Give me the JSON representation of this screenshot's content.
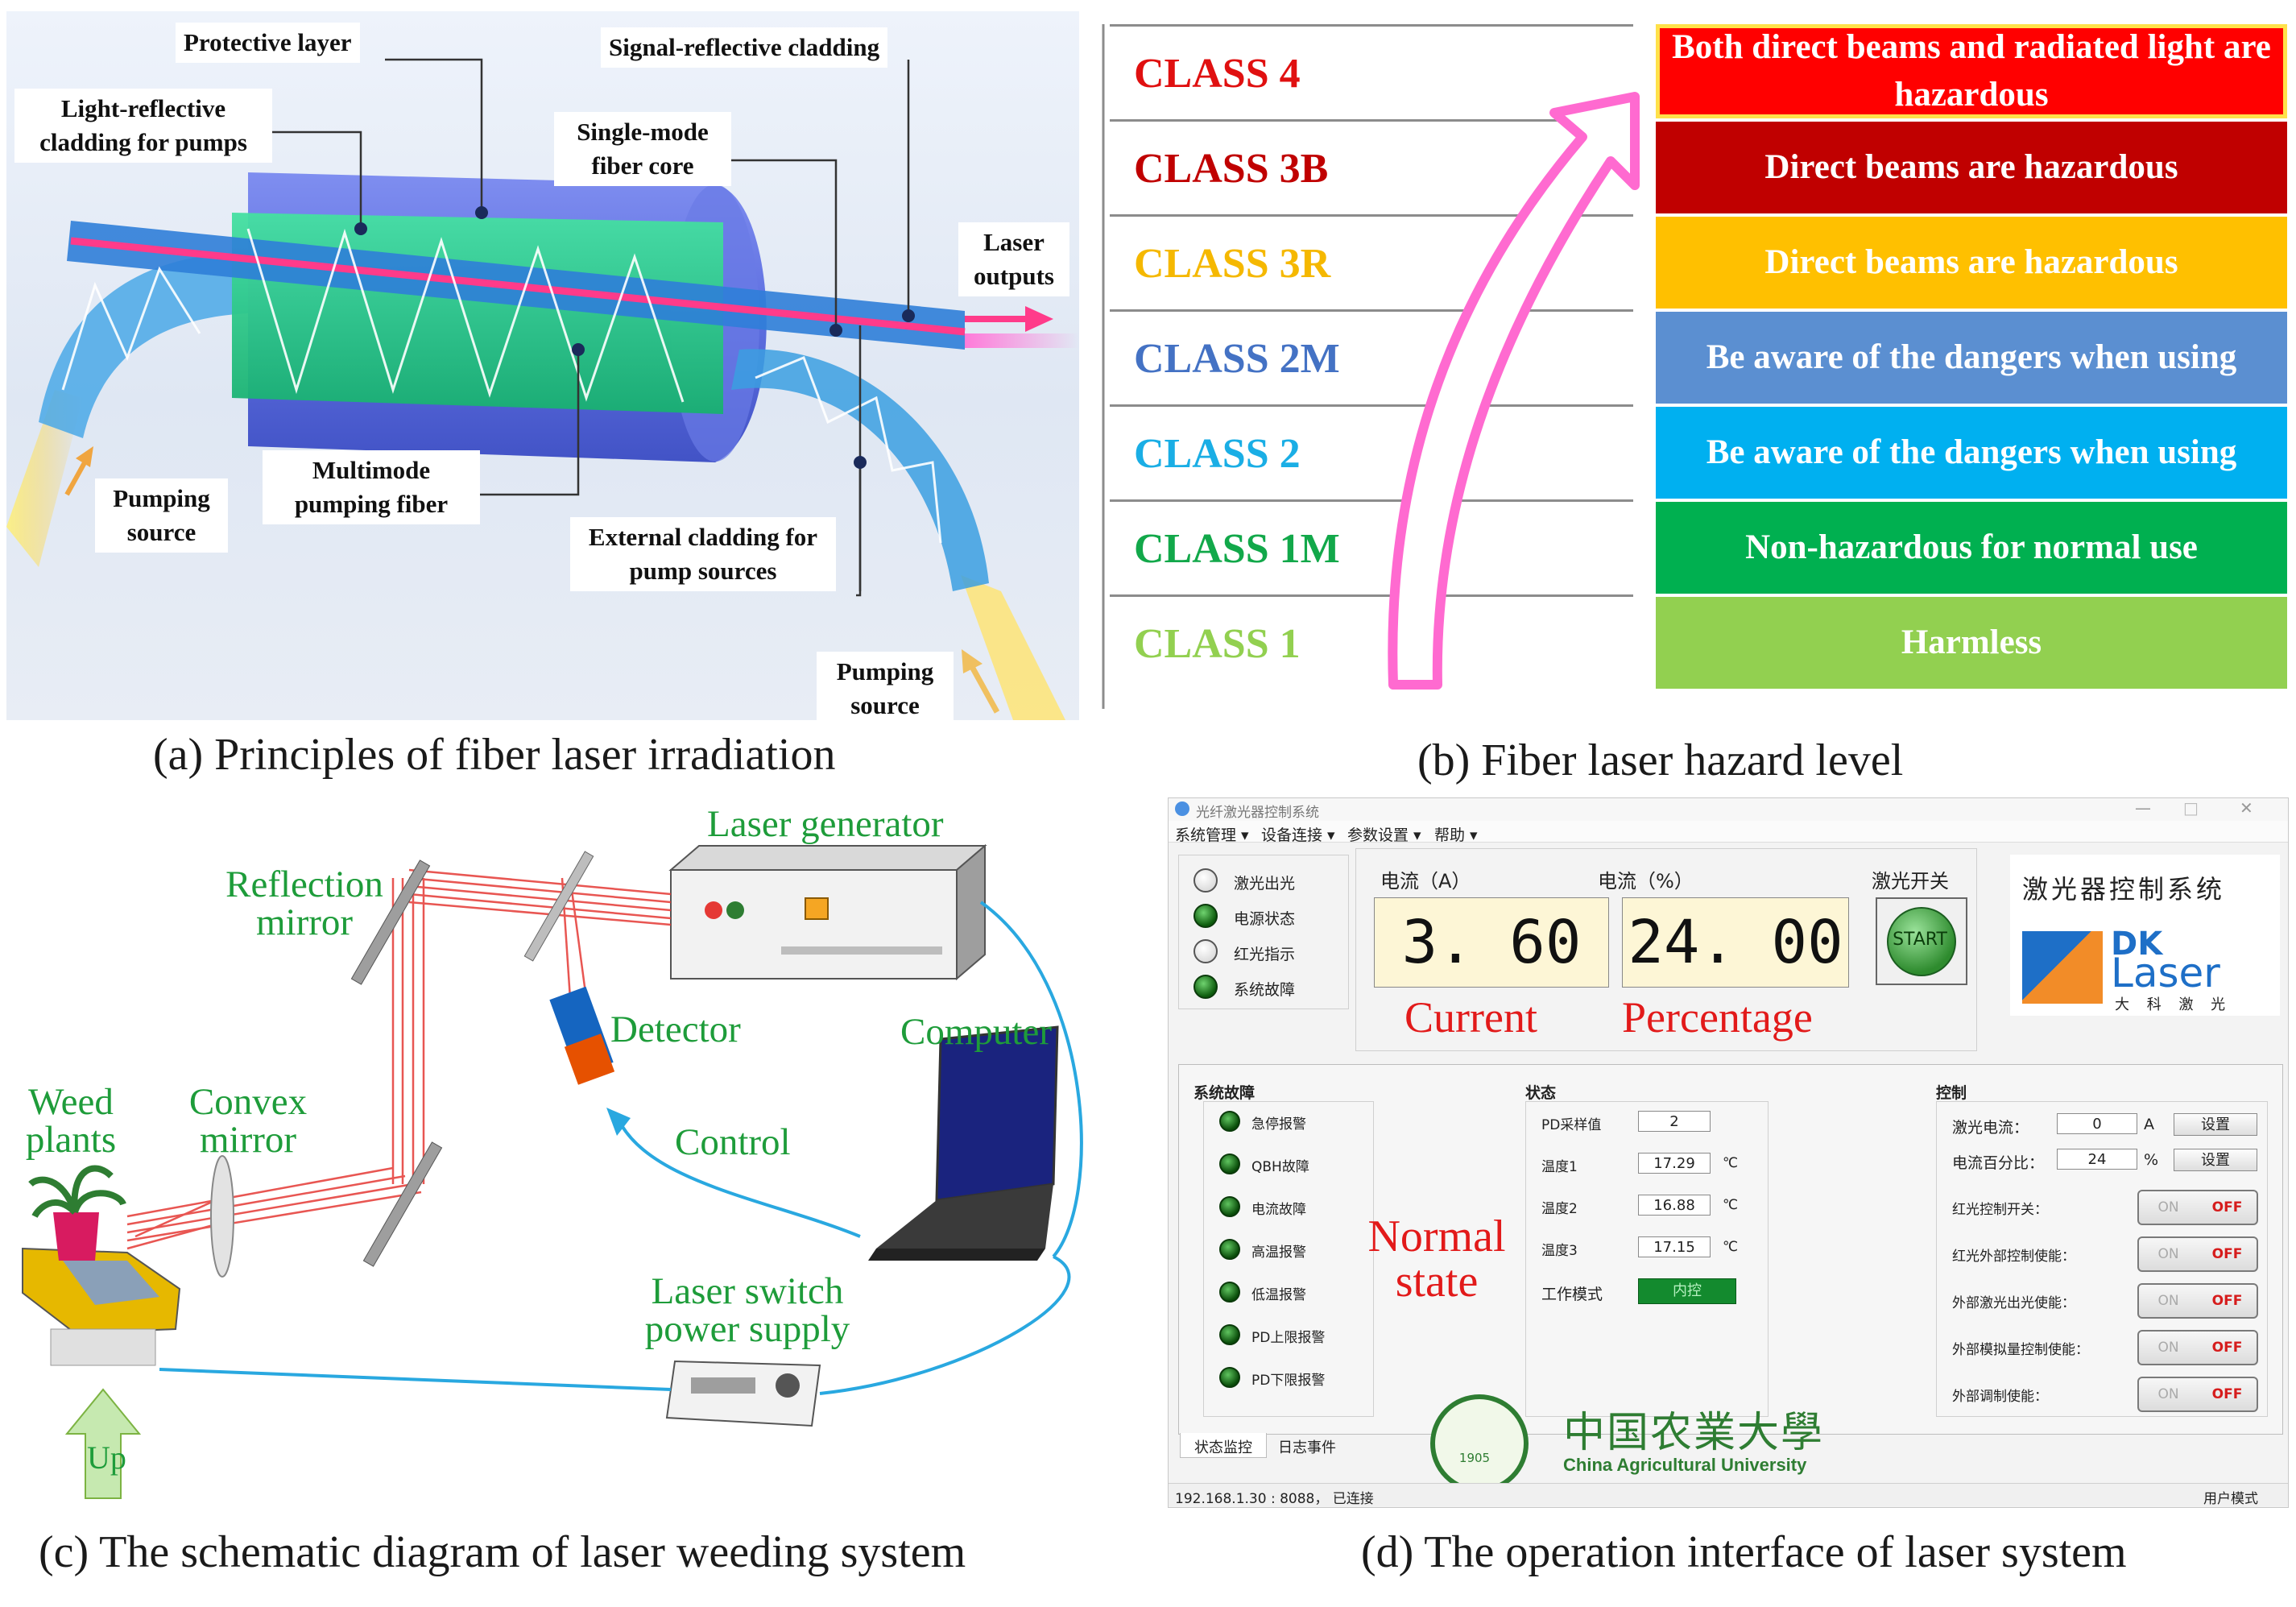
{
  "panel_a": {
    "caption": "(a) Principles of fiber laser irradiation",
    "labels": {
      "protective_layer": "Protective layer",
      "signal_cladding": "Signal-reflective cladding",
      "light_reflective": "Light-reflective cladding for pumps",
      "single_mode": "Single-mode fiber core",
      "laser_outputs": "Laser outputs",
      "pumping_source_left": "Pumping source",
      "multimode": "Multimode pumping fiber",
      "external_cladding": "External cladding for pump sources",
      "pumping_source_right": "Pumping source"
    }
  },
  "panel_b": {
    "caption": "(b) Fiber laser hazard level",
    "levels": [
      {
        "name": "CLASS 4",
        "desc": "Both direct beams and radiated light are hazardous",
        "class_color": "#e01010",
        "bg": "#ff0000"
      },
      {
        "name": "CLASS 3B",
        "desc": "Direct beams are hazardous",
        "class_color": "#c00000",
        "bg": "#c00000"
      },
      {
        "name": "CLASS 3R",
        "desc": "Direct beams are hazardous",
        "class_color": "#f5b800",
        "bg": "#ffc000"
      },
      {
        "name": "CLASS 2M",
        "desc": "Be aware of the dangers when using",
        "class_color": "#4472c4",
        "bg": "#5b8fd1"
      },
      {
        "name": "CLASS 2",
        "desc": "Be aware of the dangers when using",
        "class_color": "#1aaee5",
        "bg": "#00b0f0"
      },
      {
        "name": "CLASS 1M",
        "desc": "Non-hazardous for normal use",
        "class_color": "#12a84a",
        "bg": "#00b050"
      },
      {
        "name": "CLASS 1",
        "desc": "Harmless",
        "class_color": "#92d050",
        "bg": "#92d050"
      }
    ]
  },
  "panel_c": {
    "caption": "(c) The schematic diagram of laser weeding system",
    "labels": {
      "laser_generator": "Laser generator",
      "reflection_mirror": "Reflection mirror",
      "detector": "Detector",
      "computer": "Computer",
      "weed_plants": "Weed plants",
      "convex_mirror": "Convex mirror",
      "control": "Control",
      "laser_switch": "Laser switch power supply",
      "up": "Up"
    }
  },
  "panel_d": {
    "caption": "(d) The operation interface of laser system",
    "window_title": "光纤激光器控制系统",
    "menu": [
      "系统管理 ▾",
      "设备连接 ▾",
      "参数设置 ▾",
      "帮助 ▾"
    ],
    "indicators": [
      "激光出光",
      "电源状态",
      "红光指示",
      "系统故障"
    ],
    "indicator_states": [
      false,
      true,
      false,
      true
    ],
    "current_label": "电流（A）",
    "current_value": "3. 60",
    "percent_label": "电流（%）",
    "percent_value": "24. 00",
    "laser_switch_label": "激光开关",
    "start_label": "START",
    "system_title": "激光器控制系统",
    "logo_text_top": "DK",
    "logo_text_bottom": "Laser",
    "logo_sub": "大 科 激 光",
    "current_note": "Current",
    "percent_note": "Percentage",
    "fault_title": "系统故障",
    "faults": [
      "急停报警",
      "QBH故障",
      "电流故障",
      "高温报警",
      "低温报警",
      "PD上限报警",
      "PD下限报警"
    ],
    "normal_state_note": "Normal state",
    "status_title": "状态",
    "status_rows": [
      {
        "label": "PD采样值",
        "value": "2",
        "unit": ""
      },
      {
        "label": "温度1",
        "value": "17.29",
        "unit": "℃"
      },
      {
        "label": "温度2",
        "value": "16.88",
        "unit": "℃"
      },
      {
        "label": "温度3",
        "value": "17.15",
        "unit": "℃"
      }
    ],
    "work_mode_label": "工作模式",
    "work_mode_value": "内控",
    "control_title": "控制",
    "laser_current_label": "激光电流：",
    "laser_current_value": "0",
    "laser_current_unit": "A",
    "current_percent_label": "电流百分比：",
    "current_percent_value": "24",
    "current_percent_unit": "%",
    "set_label": "设置",
    "toggles": [
      "红光控制开关：",
      "红光外部控制使能：",
      "外部激光出光使能：",
      "外部模拟量控制使能：",
      "外部调制使能："
    ],
    "toggle_on": "ON",
    "toggle_off": "OFF",
    "tabs": [
      "状态监控",
      "日志事件"
    ],
    "status_bar": "192.168.1.30 : 8088， 已连接",
    "user_mode": "用户模式",
    "university_cn": "中国农業大學",
    "university_en": "China Agricultural University",
    "seal_year": "1905"
  }
}
